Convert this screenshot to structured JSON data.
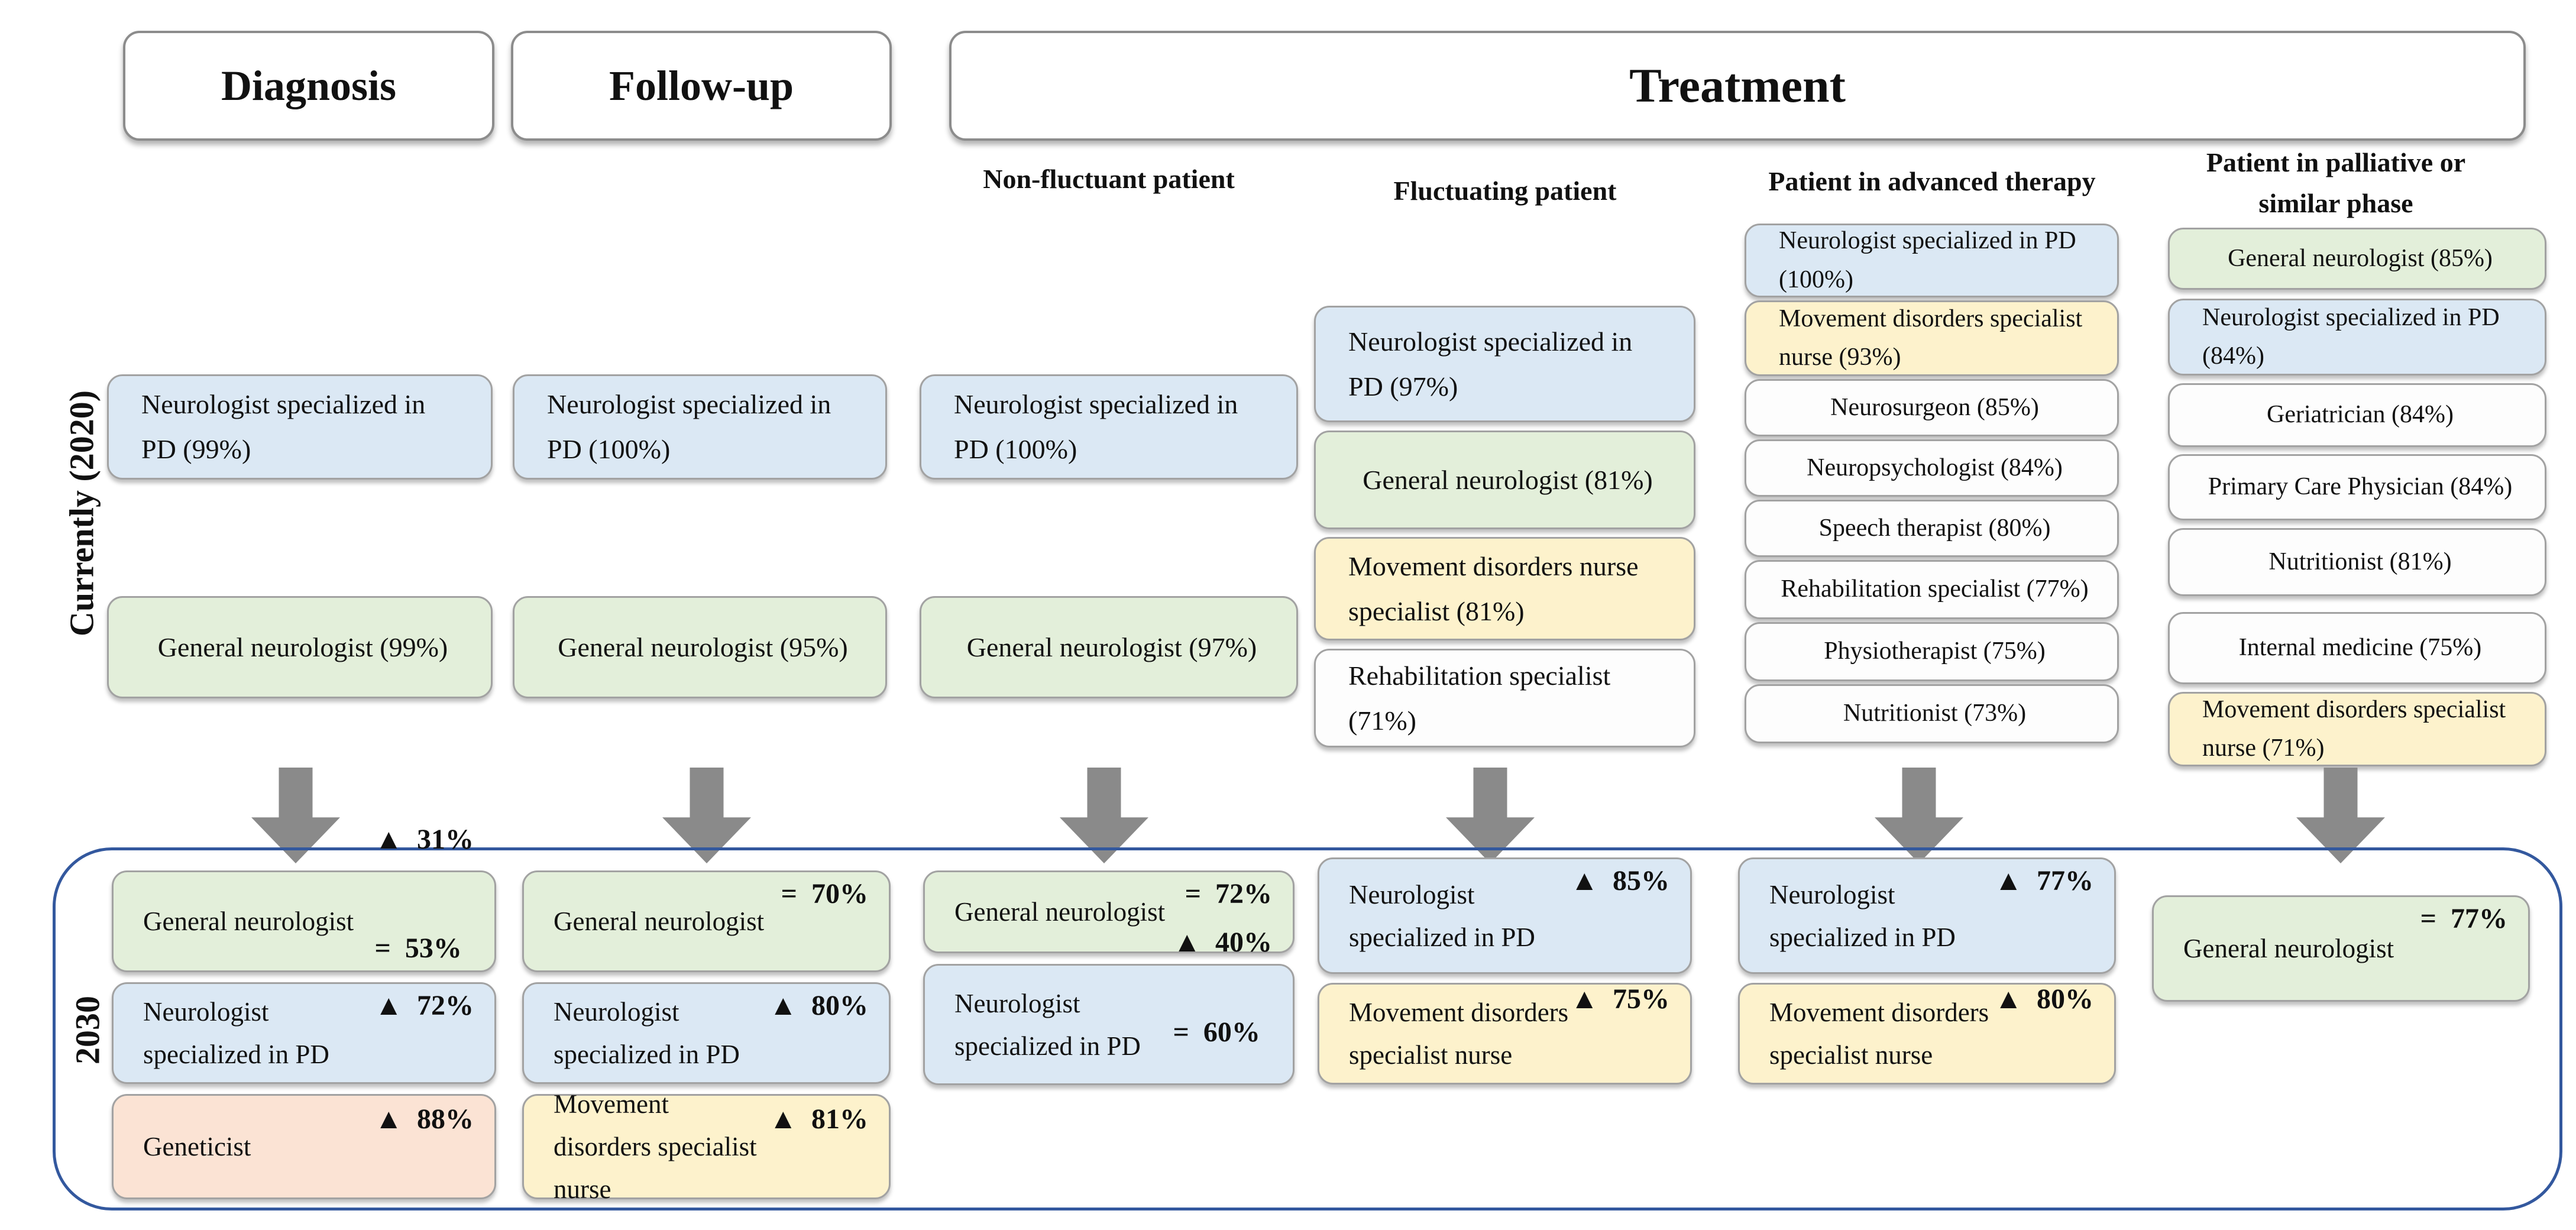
{
  "title": "Healthcare professionals involved in Parkinson's Disease care: currently (2020) and expected (2030)",
  "headers": {
    "diagnosis": "Diagnosis",
    "followup": "Follow-up",
    "treatment": "Treatment"
  },
  "treatment_subcolumns": {
    "nonfluctuant": "Non-fluctuant patient",
    "fluctuating": "Fluctuating patient",
    "advanced": "Patient in advanced therapy",
    "palliative": "Patient in palliative or similar phase"
  },
  "row_labels": {
    "current": "Currently (2020)",
    "future": "2030"
  },
  "colors": {
    "pd_specialist_blue": "#dbe8f4",
    "general_neurologist_green": "#e3efda",
    "specialist_nurse_yellow": "#fdf2cc",
    "other_professional_white": "#fdfdfd",
    "geneticist_pink": "#fbe3d4",
    "box_border_gray": "#a2a2a2",
    "arrow_gray": "#8a8a8a",
    "future_frame_blue": "#33589e"
  },
  "current": {
    "diagnosis": [
      {
        "label": "Neurologist specialized in PD (99%)",
        "color": "blue"
      },
      {
        "label": "General neurologist (99%)",
        "color": "green"
      }
    ],
    "followup": [
      {
        "label": "Neurologist specialized in PD (100%)",
        "color": "blue"
      },
      {
        "label": "General neurologist (95%)",
        "color": "green"
      }
    ],
    "nonfluctuant": [
      {
        "label": "Neurologist specialized in PD (100%)",
        "color": "blue"
      },
      {
        "label": "General neurologist (97%)",
        "color": "green"
      }
    ],
    "fluctuating": [
      {
        "label": "Neurologist specialized in PD (97%)",
        "color": "blue"
      },
      {
        "label": "General neurologist (81%)",
        "color": "green"
      },
      {
        "label": "Movement disorders nurse specialist (81%)",
        "color": "yellow"
      },
      {
        "label": "Rehabilitation specialist (71%)",
        "color": "white"
      }
    ],
    "advanced": [
      {
        "label": "Neurologist specialized in PD (100%)",
        "color": "blue"
      },
      {
        "label": "Movement disorders specialist nurse (93%)",
        "color": "yellow"
      },
      {
        "label": "Neurosurgeon (85%)",
        "color": "white"
      },
      {
        "label": "Neuropsychologist (84%)",
        "color": "white"
      },
      {
        "label": "Speech therapist (80%)",
        "color": "white"
      },
      {
        "label": "Rehabilitation specialist (77%)",
        "color": "white"
      },
      {
        "label": "Physiotherapist (75%)",
        "color": "white"
      },
      {
        "label": "Nutritionist (73%)",
        "color": "white"
      }
    ],
    "palliative": [
      {
        "label": "General neurologist (85%)",
        "color": "green"
      },
      {
        "label": "Neurologist specialized in PD (84%)",
        "color": "blue"
      },
      {
        "label": "Geriatrician (84%)",
        "color": "white"
      },
      {
        "label": "Primary Care Physician (84%)",
        "color": "white"
      },
      {
        "label": "Nutritionist (81%)",
        "color": "white"
      },
      {
        "label": "Internal medicine (75%)",
        "color": "white"
      },
      {
        "label": "Movement disorders specialist nurse (71%)",
        "color": "yellow"
      }
    ]
  },
  "future": {
    "diagnosis": [
      {
        "label": "General neurologist",
        "color": "green",
        "stats": [
          {
            "symbol": "▲",
            "value": "31%"
          },
          {
            "symbol": "=",
            "value": "53%"
          }
        ]
      },
      {
        "label": "Neurologist specialized in PD",
        "color": "blue",
        "stats": [
          {
            "symbol": "▲",
            "value": "72%"
          }
        ]
      },
      {
        "label": "Geneticist",
        "color": "pink",
        "stats": [
          {
            "symbol": "▲",
            "value": "88%"
          }
        ]
      }
    ],
    "followup": [
      {
        "label": "General neurologist",
        "color": "green",
        "stats": [
          {
            "symbol": "=",
            "value": "70%"
          }
        ]
      },
      {
        "label": "Neurologist specialized in PD",
        "color": "blue",
        "stats": [
          {
            "symbol": "▲",
            "value": "80%"
          }
        ]
      },
      {
        "label": "Movement disorders specialist nurse",
        "color": "yellow",
        "stats": [
          {
            "symbol": "▲",
            "value": "81%"
          }
        ]
      }
    ],
    "nonfluctuant": [
      {
        "label": "General neurologist",
        "color": "green",
        "stats": [
          {
            "symbol": "=",
            "value": "72%"
          }
        ]
      },
      {
        "label": "Neurologist specialized in PD",
        "color": "blue",
        "stats": [
          {
            "symbol": "▲",
            "value": "40%"
          },
          {
            "symbol": "=",
            "value": "60%"
          }
        ]
      }
    ],
    "fluctuating": [
      {
        "label": "Neurologist specialized in PD",
        "color": "blue",
        "stats": [
          {
            "symbol": "▲",
            "value": "85%"
          }
        ]
      },
      {
        "label": "Movement disorders specialist nurse",
        "color": "yellow",
        "stats": [
          {
            "symbol": "▲",
            "value": "75%"
          }
        ]
      }
    ],
    "advanced": [
      {
        "label": "Neurologist specialized in PD",
        "color": "blue",
        "stats": [
          {
            "symbol": "▲",
            "value": "77%"
          }
        ]
      },
      {
        "label": "Movement disorders specialist nurse",
        "color": "yellow",
        "stats": [
          {
            "symbol": "▲",
            "value": "80%"
          }
        ]
      }
    ],
    "palliative": [
      {
        "label": "General neurologist",
        "color": "green",
        "stats": [
          {
            "symbol": "=",
            "value": "77%"
          }
        ]
      }
    ]
  }
}
